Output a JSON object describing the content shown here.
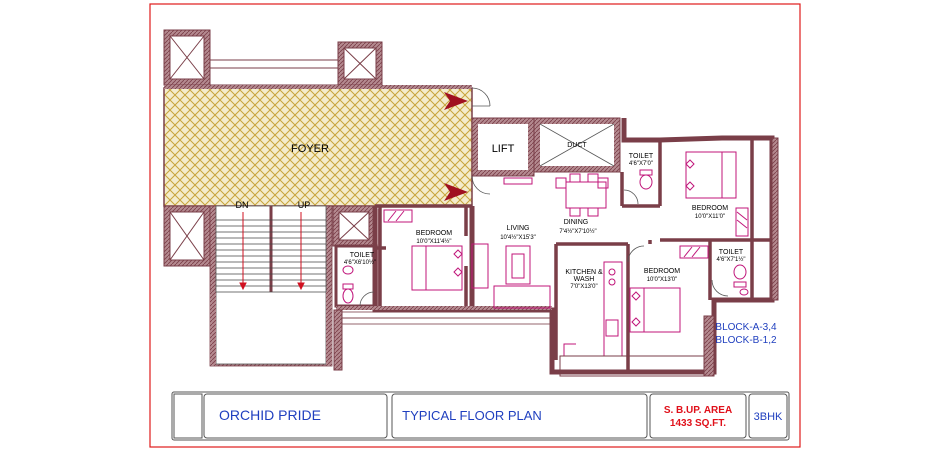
{
  "rooms": {
    "foyer": "FOYER",
    "lift": "LIFT",
    "duct": "DUCT",
    "dn": "DN",
    "up": "UP",
    "living_name": "LIVING",
    "living_dim": "10'4½\"X15'3\"",
    "dining_name": "DINING",
    "dining_dim": "7'4½\"X7'10½\"",
    "bedroom_left_name": "BEDROOM",
    "bedroom_left_dim": "10'0\"X11'4½\"",
    "bedroom_tr_name": "BEDROOM",
    "bedroom_tr_dim": "10'0\"X11'0\"",
    "bedroom_mid_name": "BEDROOM",
    "bedroom_mid_dim": "10'0\"X13'0\"",
    "kitchen_name1": "KITCHEN &",
    "kitchen_name2": "WASH",
    "kitchen_dim": "7'0\"X13'0\"",
    "toilet_left_name": "TOILET",
    "toilet_left_dim": "4'6\"X6'10½\"",
    "toilet_top_name": "TOILET",
    "toilet_top_dim": "4'6\"X7'0\"",
    "toilet_right_name": "TOILET",
    "toilet_right_dim": "4'6\"X7'1½\""
  },
  "blocks": {
    "line1": "BLOCK-A-3,4",
    "line2": "BLOCK-B-1,2"
  },
  "title_block": {
    "project": "ORCHID PRIDE",
    "plan_title": "TYPICAL FLOOR PLAN",
    "area_line1": "S. B.UP. AREA",
    "area_line2": "1433 SQ.FT.",
    "unit_type": "3BHK"
  },
  "colors": {
    "border": "#e01a1a",
    "wall": "#8a4a52",
    "foyer_fill": "#d9b94a",
    "furniture": "#c0157a",
    "text_blue": "#1f3fbf",
    "text_red": "#e0101a"
  }
}
